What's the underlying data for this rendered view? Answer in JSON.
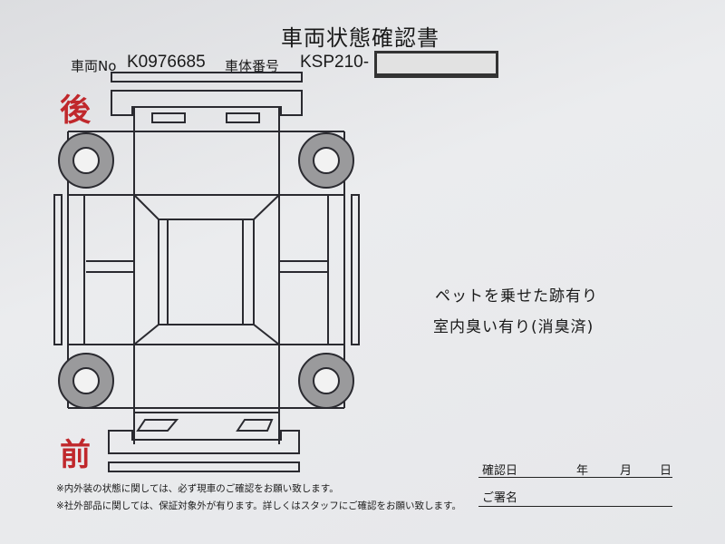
{
  "title": "車両状態確認書",
  "vehicle_no_label": "車両No",
  "vehicle_no": "K0976685",
  "chassis_label": "車体番号",
  "chassis_prefix": "KSP210-",
  "rear_label": "後",
  "front_label": "前",
  "notes": [
    "ペットを乗せた跡有り",
    "室内臭い有り(消臭済)"
  ],
  "footnotes": [
    "※内外装の状態に関しては、必ず現車のご確認をお願い致します。",
    "※社外部品に関しては、保証対象外が有ります。詳しくはスタッフにご確認をお願い致します。"
  ],
  "confirm_date_label": "確認日",
  "year": "年",
  "month": "月",
  "day": "日",
  "signature_label": "ご署名",
  "colors": {
    "accent_red": "#c0282c",
    "wheel": "#9a9a9c"
  }
}
